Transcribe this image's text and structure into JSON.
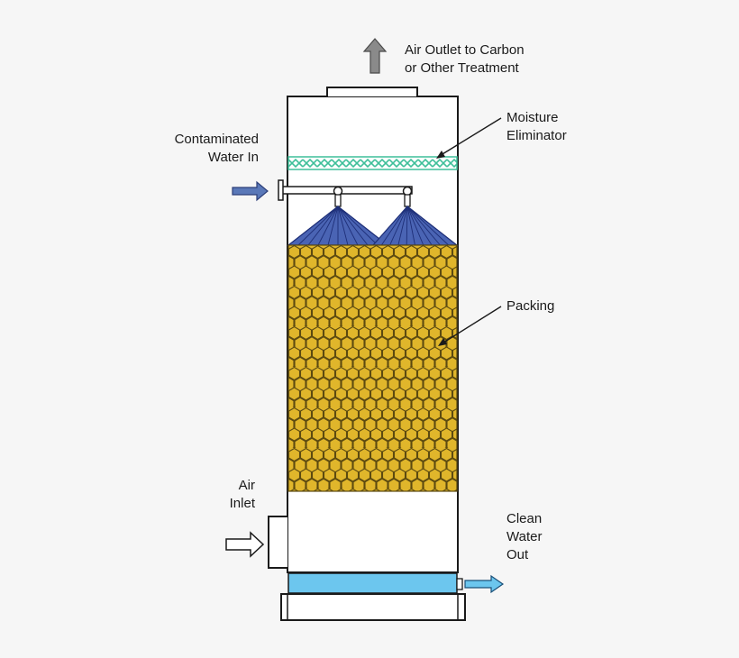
{
  "labels": {
    "air_outlet": [
      "Air Outlet to Carbon",
      "or Other Treatment"
    ],
    "moisture_eliminator": [
      "Moisture",
      "Eliminator"
    ],
    "contaminated_water": [
      "Contaminated",
      "Water In"
    ],
    "packing": [
      "Packing"
    ],
    "air_inlet": [
      "Air",
      "Inlet"
    ],
    "clean_water": [
      "Clean",
      "Water",
      "Out"
    ]
  },
  "colors": {
    "background": "#f6f6f6",
    "packing_fill": "#e0b62b",
    "packing_cell": "#5c4a10",
    "mist_eliminator": "#3fbf9a",
    "spray": "#4a64b4",
    "spray_dark": "#1e2f78",
    "water_inlet_arrow": "#5a78b8",
    "clean_water": "#6cc6ee",
    "outlet_arrow": "#8a8a8a",
    "outline": "#1a1a1a"
  }
}
